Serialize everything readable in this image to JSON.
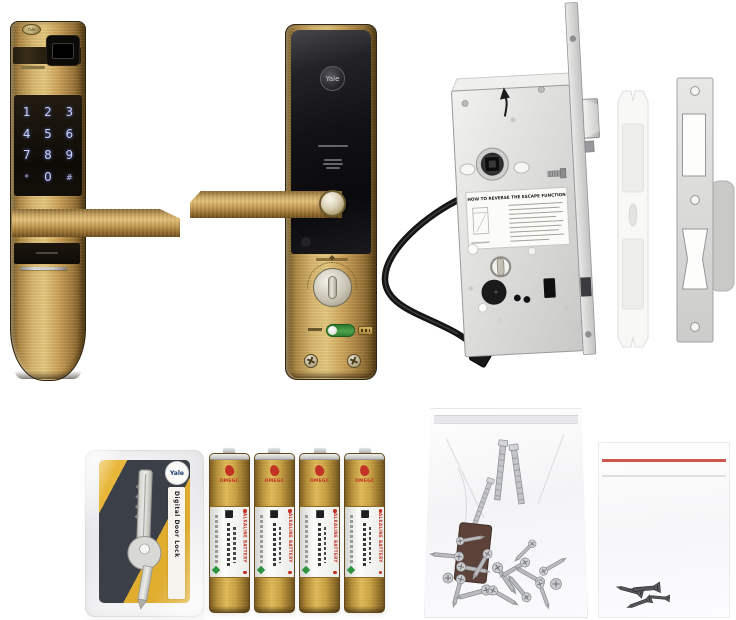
{
  "scene": {
    "description": "Yale smart door lock kit - flat-lay product photo on white background",
    "background": "#ffffff"
  },
  "front_lock": {
    "item": "exterior fingerprint keypad unit",
    "brand": "Yale",
    "keypad_keys": [
      "1",
      "2",
      "3",
      "4",
      "5",
      "6",
      "7",
      "8",
      "9",
      "*",
      "0",
      "#"
    ],
    "keypad_glow_color": "#c7d0f7",
    "body_color": "#c9a45c"
  },
  "interior_lock": {
    "item": "interior escutcheon with lever handle and thumbturn",
    "brand": "Yale",
    "toggle_color": "#3f8f3a"
  },
  "mortise_lock": {
    "item": "mortise lock case with latch, cylinder cam and data cable",
    "instruction_title": "HOW TO REVERSE THE ESCAPE FUNCTION"
  },
  "dust_box": {
    "item": "white plastic dust box strip"
  },
  "strike_plate": {
    "item": "stainless strike plate with dust box lip"
  },
  "keys_pack": {
    "item": "emergency key blister pack",
    "brand": "Yale",
    "card_text": "Digital Door Lock",
    "card_color": "#e8b73a"
  },
  "batteries": {
    "item": "AA alkaline batteries",
    "brand": "OMEGC",
    "side_text": "ALKALINE BATTERY",
    "body_color": "#c49b3f"
  },
  "screw_bag": {
    "item": "zip bag with mounting bolts and screws"
  },
  "small_bag": {
    "item": "zip bag with strike screws",
    "seal_color": "#c8392e"
  }
}
